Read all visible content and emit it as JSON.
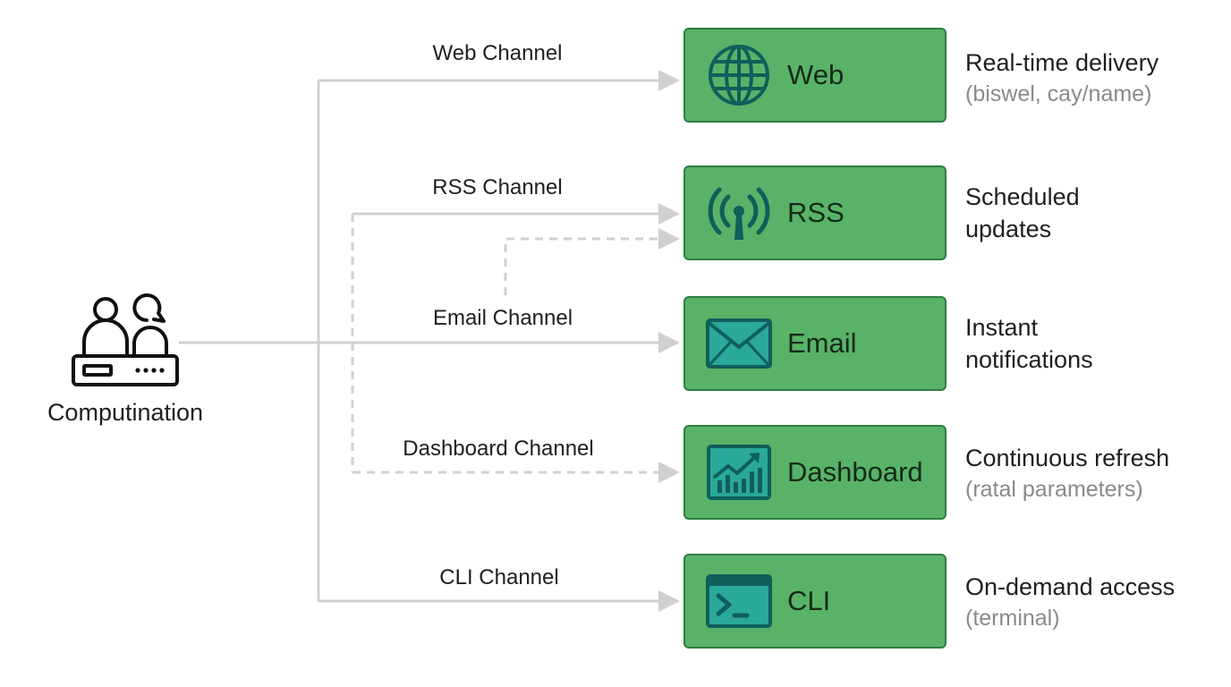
{
  "source": {
    "label": "Computination",
    "icon": "users-server-icon"
  },
  "channels": [
    {
      "id": "web",
      "channel_label": "Web Channel",
      "box_label": "Web",
      "icon": "globe-icon",
      "desc_main": "Real-time delivery",
      "desc_sub": "(biswel, cay/name)"
    },
    {
      "id": "rss",
      "channel_label": "RSS Channel",
      "box_label": "RSS",
      "icon": "broadcast-antenna-icon",
      "desc_main": "Scheduled updates",
      "desc_sub": ""
    },
    {
      "id": "email",
      "channel_label": "Email Channel",
      "box_label": "Email",
      "icon": "envelope-icon",
      "desc_main": "Instant notifications",
      "desc_sub": ""
    },
    {
      "id": "dashboard",
      "channel_label": "Dashboard Channel",
      "box_label": "Dashboard",
      "icon": "chart-trend-icon",
      "desc_main": "Continuous refresh",
      "desc_sub": "(ratal parameters)"
    },
    {
      "id": "cli",
      "channel_label": "CLI Channel",
      "box_label": "CLI",
      "icon": "terminal-icon",
      "desc_main": "On-demand access",
      "desc_sub": "(terminal)"
    }
  ],
  "colors": {
    "box_fill": "#58b368",
    "box_border": "#2f7d43",
    "icon_color": "#0f5f5a",
    "connector": "#d0d0d0",
    "subtext": "#8a8a8a"
  }
}
